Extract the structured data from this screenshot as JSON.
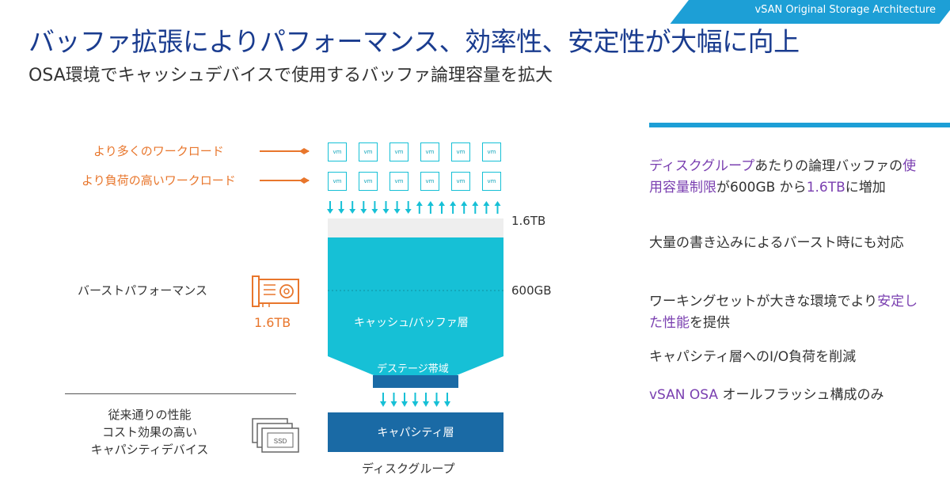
{
  "header": {
    "tag": "vSAN Original Storage Architecture",
    "title": "バッファ拡張によりパフォーマンス、効率性、安定性が大幅に向上",
    "subtitle": "OSA環境でキャッシュデバイスで使用するバッファ論理容量を拡大"
  },
  "diagram": {
    "workload_more": "より多くのワークロード",
    "workload_heavy": "より負荷の高いワークロード",
    "vm_label": "vm",
    "burst_label": "バーストパフォーマンス",
    "burst_capacity": "1.6TB",
    "cap_1_6tb": "1.6TB",
    "cap_600gb": "600GB",
    "cache_layer": "キャッシュ/バッファ層",
    "destage": "デステージ帯域",
    "capacity_layer": "キャパシティ層",
    "disk_group": "ディスクグループ",
    "legacy_lines": [
      "従来通りの性能",
      "コスト効果の高い",
      "キャパシティデバイス"
    ],
    "ssd_label": "SSD"
  },
  "benefits": {
    "b1_p1": "ディスクグループ",
    "b1_t1": "あたりの論理バッファの",
    "b1_p2": "使用容量制限",
    "b1_t2": "が600GB から",
    "b1_p3": "1.6TB",
    "b1_t3": "に増加",
    "b2": "大量の書き込みによるバースト時にも対応",
    "b3_t1": "ワーキングセットが大きな環境でより",
    "b3_p1": "安定した性能",
    "b3_t2": "を提供",
    "b4": "キャパシティ層へのI/O負荷を削減",
    "b5_p1": "vSAN OSA",
    "b5_t1": " オールフラッシュ構成のみ"
  },
  "colors": {
    "accent": "#1d9fd6",
    "title": "#1a3c8f",
    "orange": "#e8762c",
    "cache": "#16c0d6",
    "capacity": "#1a6aa5",
    "purple": "#7a3fb0"
  }
}
